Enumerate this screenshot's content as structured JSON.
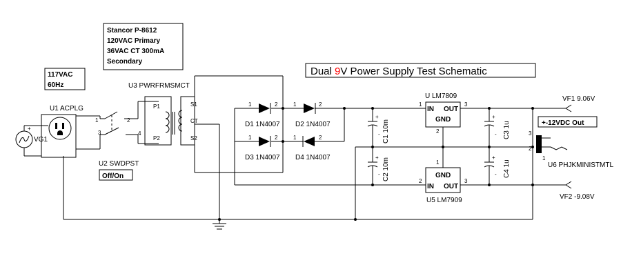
{
  "title": {
    "prefix": "Dual ",
    "nine": "9",
    "suffix": "V Power Supply Test Schematic"
  },
  "notes": {
    "transformer": [
      "Stancor P-8612",
      "120VAC Primary",
      "36VAC CT 300mA",
      "Secondary"
    ],
    "ac_source": [
      "117VAC",
      "60Hz"
    ],
    "switch_state": "Off/On",
    "output": "+-12VDC Out"
  },
  "components": {
    "u1": "U1 ACPLG",
    "vg1": "VG1",
    "u2": "U2 SWDPST",
    "u3": "U3 PWRFRMSMCT",
    "d1": "D1 1N4007",
    "d2": "D2 1N4007",
    "d3": "D3 1N4007",
    "d4": "D4 1N4007",
    "c1": "C1 10m",
    "c2": "C2 10m",
    "c3": "C3 1u",
    "c4": "C4 1u",
    "u_reg": "U LM7809",
    "u5": "U5 LM7909",
    "u6": "U6 PHJKMINISTMTL",
    "vf1": "VF1 9.06V",
    "vf2": "VF2 -9.08V"
  },
  "reg_pins": {
    "in": "IN",
    "out": "OUT",
    "gnd": "GND"
  },
  "pins": {
    "p1": "1",
    "p2": "2",
    "p3": "3",
    "p4": "4",
    "plus": "+",
    "minus": "-",
    "pri1": "P1",
    "pri2": "P2",
    "s1": "S1",
    "s2": "S2",
    "ct": "CT"
  }
}
